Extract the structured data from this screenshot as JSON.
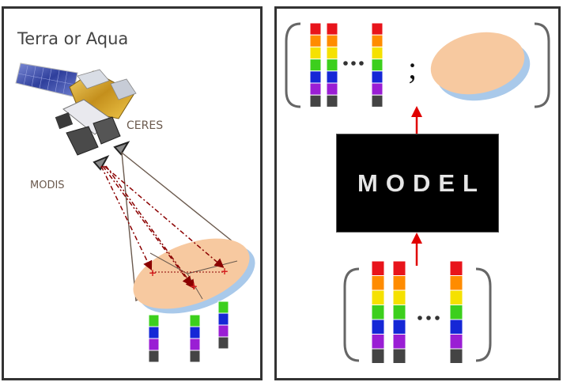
{
  "left": {
    "title": "Terra or Aqua",
    "ceres_label": "CERES",
    "modis_label": "MODIS"
  },
  "right": {
    "model_label": "MODEL",
    "separator": ";"
  },
  "colors": {
    "spectrum": [
      "#e8141b",
      "#ff8c00",
      "#f5e100",
      "#3ccf1d",
      "#1527d6",
      "#9a1ed4",
      "#444444"
    ],
    "footprint_fill": "#f7c9a0",
    "footprint_shadow": "#a9c9ea",
    "arrow_red": "#e00000",
    "ray_red": "#8b0000"
  }
}
